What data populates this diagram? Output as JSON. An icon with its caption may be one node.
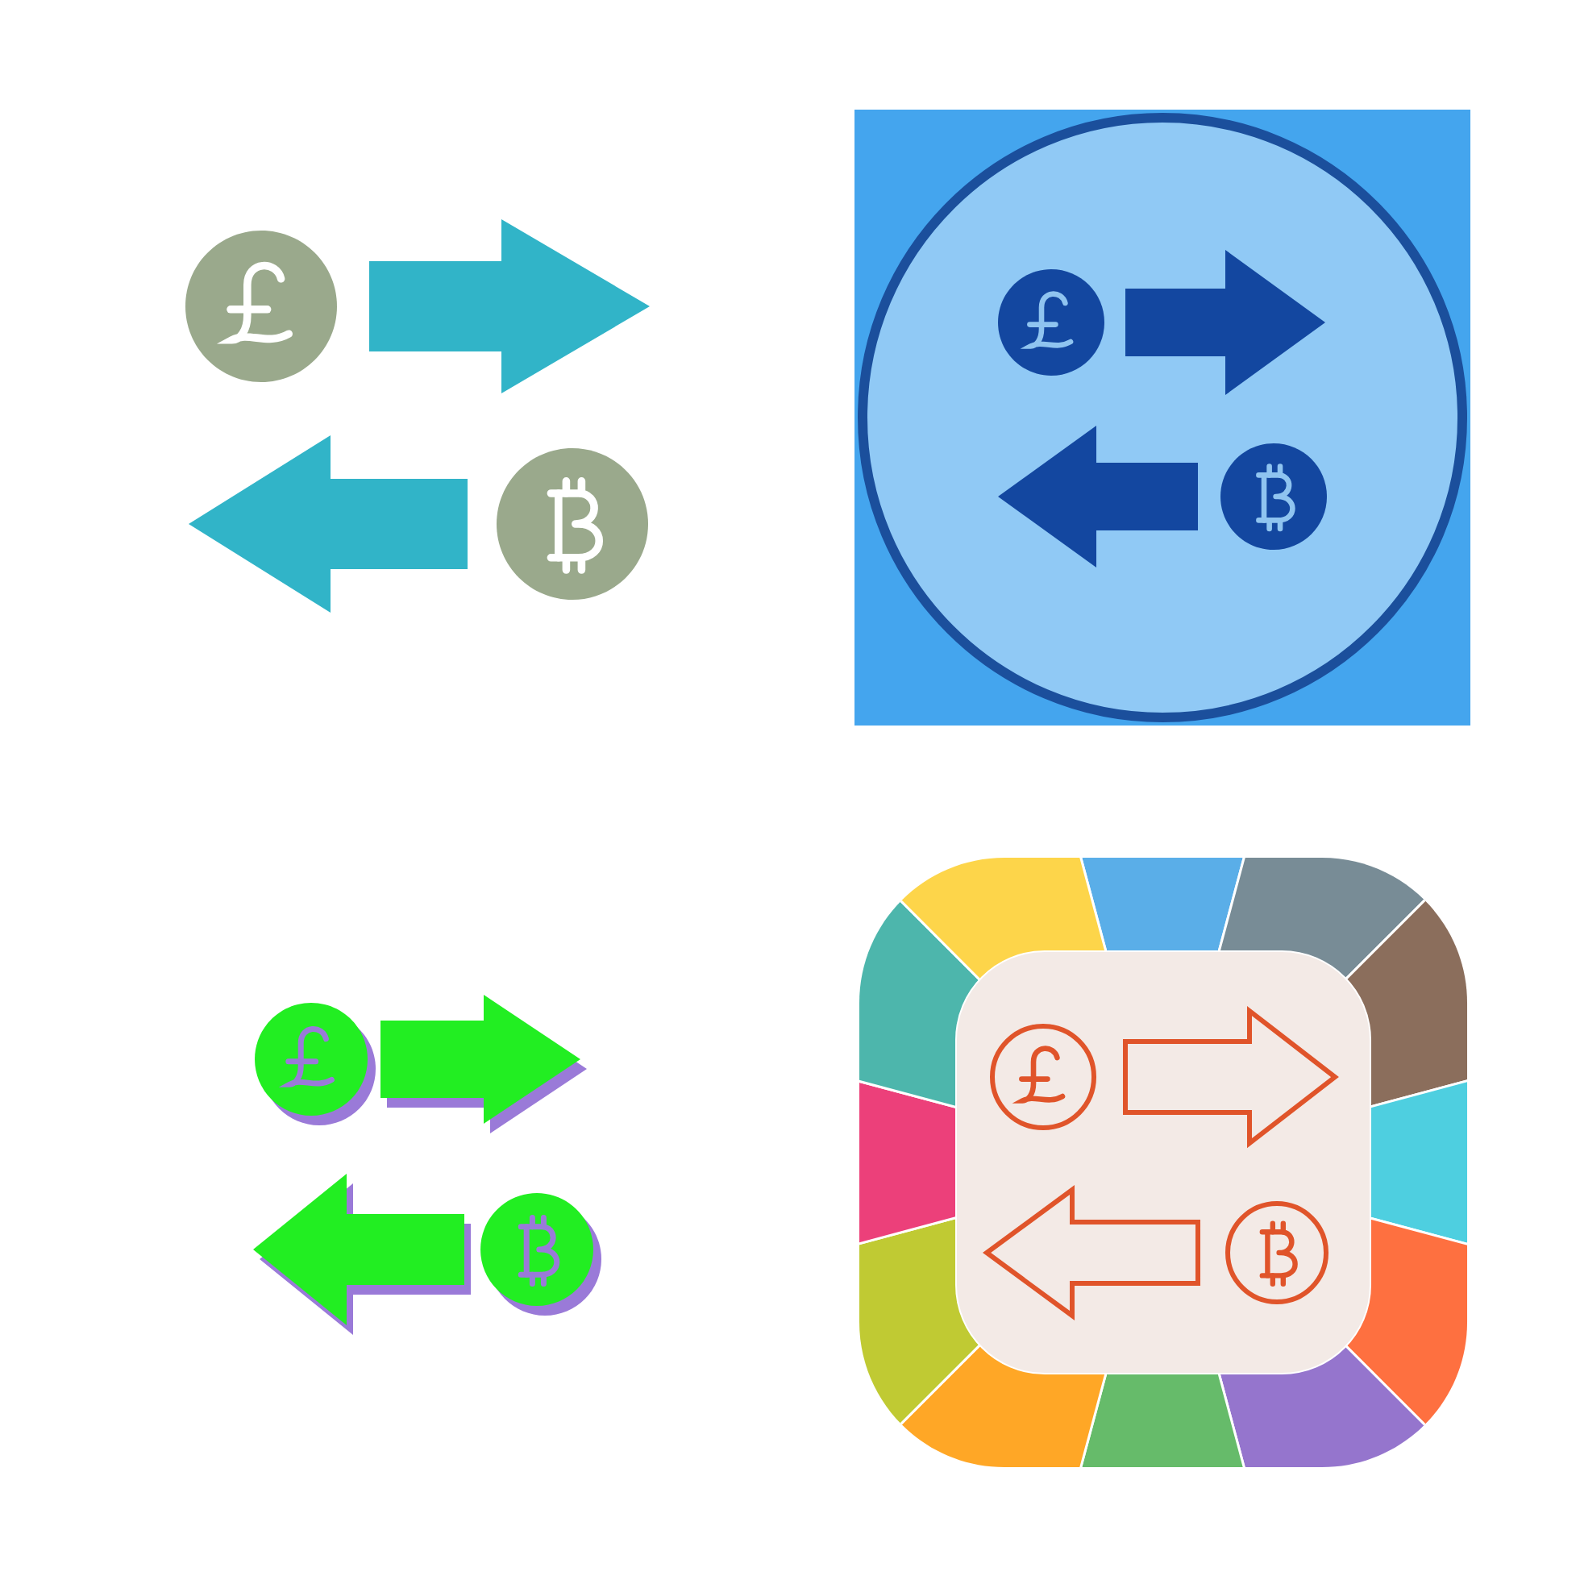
{
  "diagram": {
    "nodes": [
      {
        "text": [],
        "shape": "circle"
      },
      {
        "text": [],
        "shape": "circle"
      },
      {
        "text": [],
        "shape": "circle"
      },
      {
        "text": [],
        "shape": "circle"
      },
      {
        "text": [],
        "shape": "circle"
      },
      {
        "text": [],
        "shape": "circle"
      },
      {
        "text": [],
        "shape": "circle"
      },
      {
        "text": [],
        "shape": "circle"
      }
    ],
    "edges": [
      {
        "from": 0,
        "to": null,
        "arrow": "to"
      },
      {
        "from": 1,
        "to": null,
        "arrow": "to"
      },
      {
        "from": 2,
        "to": null,
        "arrow": "to"
      },
      {
        "from": 3,
        "to": null,
        "arrow": "to"
      },
      {
        "from": 4,
        "to": null,
        "arrow": "to"
      },
      {
        "from": 5,
        "to": null,
        "arrow": "to"
      },
      {
        "from": 6,
        "to": null,
        "arrow": "to"
      },
      {
        "from": 7,
        "to": null,
        "arrow": "to"
      }
    ]
  }
}
